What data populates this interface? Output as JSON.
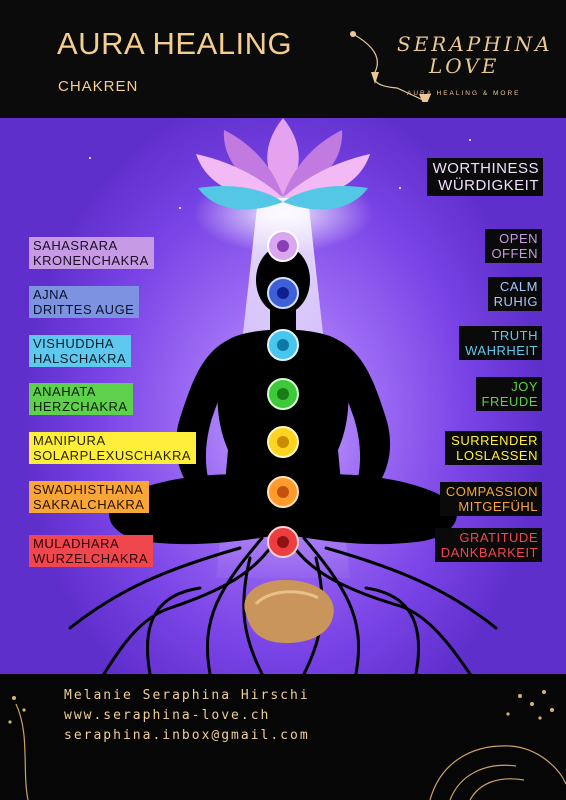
{
  "header": {
    "title": "AURA HEALING",
    "subtitle": "CHAKREN",
    "logo": {
      "name_line1": "SERAPHINA",
      "name_line2": "LOVE",
      "tagline": "AURA HEALING & MORE"
    }
  },
  "crown_affirmation": {
    "en": "WORTHINESS",
    "de": "WÜRDIGKEIT"
  },
  "chakras": [
    {
      "name": "SAHASRARA",
      "german": "KRONENCHAKRA",
      "color": "#c79ae6",
      "affirm_en": "OPEN",
      "affirm_de": "OFFEN"
    },
    {
      "name": "AJNA",
      "german": "DRITTES AUGE",
      "color": "#7e93df",
      "affirm_en": "CALM",
      "affirm_de": "RUHIG"
    },
    {
      "name": "VISHUDDHA",
      "german": "HALSCHAKRA",
      "color": "#5fc8ef",
      "affirm_en": "TRUTH",
      "affirm_de": "WAHRHEIT"
    },
    {
      "name": "ANAHATA",
      "german": "HERZCHAKRA",
      "color": "#5ed14c",
      "affirm_en": "JOY",
      "affirm_de": "FREUDE"
    },
    {
      "name": "MANIPURA",
      "german": "SOLARPLEXUSCHAKRA",
      "color": "#ffef3a",
      "affirm_en": "SURRENDER",
      "affirm_de": "LOSLASSEN"
    },
    {
      "name": "SWADHISTHANA",
      "german": "SAKRALCHAKRA",
      "color": "#f9a638",
      "affirm_en": "COMPASSION",
      "affirm_de": "MITGEFÜHL"
    },
    {
      "name": "MULADHARA",
      "german": "WURZELCHAKRA",
      "color": "#f0474f",
      "affirm_en": "GRATITUDE",
      "affirm_de": "DANKBARKEIT"
    }
  ],
  "footer": {
    "name": "Melanie Seraphina Hirschi",
    "website": "www.seraphina-love.ch",
    "email": "seraphina.inbox@gmail.com"
  },
  "colors": {
    "gold": "#f4ce8e",
    "background_violet": "#7a44e6",
    "crown_affirm": "#f0e0ff",
    "third_eye_affirm": "#a9c6ff"
  }
}
